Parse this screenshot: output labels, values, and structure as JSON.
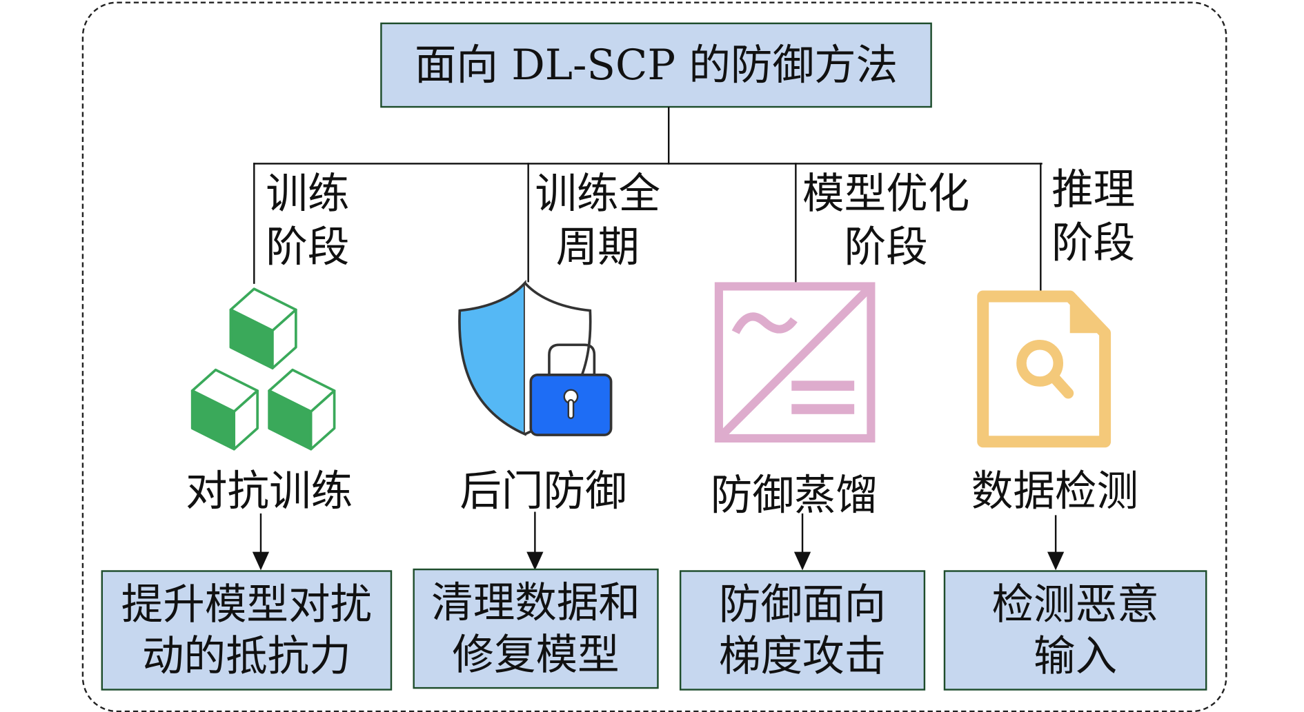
{
  "title": "面向 DL-SCP 的防御方法",
  "stages": [
    {
      "line1": "训练",
      "line2": "阶段"
    },
    {
      "line1": "训练全",
      "line2": "周期"
    },
    {
      "line1": "模型优化",
      "line2": "阶段"
    },
    {
      "line1": "推理",
      "line2": "阶段"
    }
  ],
  "methods": [
    {
      "name": "对抗训练",
      "icon": "cubes-icon",
      "result_line1": "提升模型对扰",
      "result_line2": "动的抵抗力"
    },
    {
      "name": "后门防御",
      "icon": "shield-lock-icon",
      "result_line1": "清理数据和",
      "result_line2": "修复模型"
    },
    {
      "name": "防御蒸馏",
      "icon": "distill-chart-icon",
      "result_line1": "防御面向",
      "result_line2": "梯度攻击"
    },
    {
      "name": "数据检测",
      "icon": "document-search-icon",
      "result_line1": "检测恶意",
      "result_line2": "输入"
    }
  ],
  "colors": {
    "box_fill": "#c6d7ef",
    "box_border": "#1e4d2b",
    "cube": "#3aa95a",
    "shield": "#55b8f5",
    "lock": "#1e6df5",
    "distill": "#deaccd",
    "doc": "#f4c97a"
  }
}
